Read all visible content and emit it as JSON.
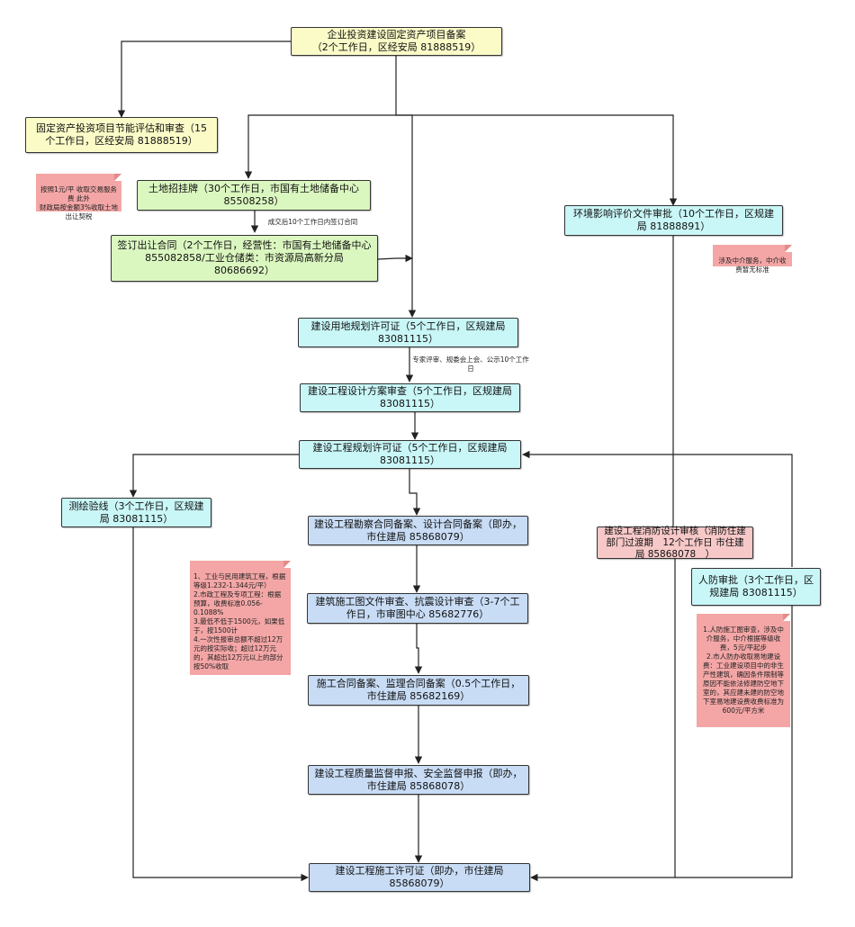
{
  "boxes": {
    "filing": "企业投资建设固定资产项目备案\n（2个工作日，区经安局 81888519）",
    "energy": "固定资产投资项目节能评估和审查（15个工作日，区经安局 81888519）",
    "land_auction": "土地招挂牌（30个工作日，市国有土地储备中心 85508258）",
    "land_contract": "签订出让合同（2个工作日，经营性：市国有土地储备中心 855082858/工业仓储类：市资源局高新分局 80686692）",
    "env_approval": "环境影响评价文件审批（10个工作日，区规建局 81888891）",
    "land_permit": "建设用地规划许可证（5个工作日，区规建局 83081115）",
    "design_review": "建设工程设计方案审查（5个工作日，区规建局 83081115）",
    "planning_permit": "建设工程规划许可证（5个工作日，区规建局 83081115）",
    "survey": "测绘验线（3个工作日，区规建局 83081115）",
    "survey_contract": "建设工程勘察合同备案、设计合同备案（即办，市住建局 85868079）",
    "drawing_review": "建筑施工图文件审查、抗震设计审查（3-7个工作日，市审图中心 85682776）",
    "construction_contract": "施工合同备案、监理合同备案（0.5个工作日，市住建局 85682169）",
    "quality_report": "建设工程质量监督申报、安全监督申报（即办，市住建局 85868078）",
    "fire_review": "建设工程消防设计审核（消防住建部门过渡期　12个工作日 市住建局 85868078　）",
    "civil_defense": "人防审批（3个工作日，区规建局 83081115）",
    "construction_permit": "建设工程施工许可证（即办，市住建局 85868079）"
  },
  "notes": {
    "land_fee": "按照1元/平 收取交易服务费  此外\n财政局按金额3%收取土地出让契税",
    "env_fee": "涉及中介服务，中介收费暂无标准",
    "drawing_fee": "1、工业与民用建筑工程，根据等级1.232-1.344元/平）\n2.市政工程及专项工程：根据预算，收费标准0.056-0.1088%\n3.最低不低于1500元，如果低于，按1500计\n4.一次性报审总额不超过12万元的按实际收；超过12万元的，其超出12万元以上的部分按50%收取",
    "civil_fee": "1.人防施工图审查，涉及中介服务，中介根据等级收费，5元/平起步\n2.市人防办收取易地建设费：工业建设项目中的非生产性建筑，确因条件限制等原因不能依法修建防空地下室的，其应建未建的防空地下室易地建设费收费标准为600元/平方米"
  },
  "edge_labels": {
    "contract_deadline": "成交后10个工作日内签订合同",
    "expert_review": "专家评审、规委会上会、公示10个工作日"
  }
}
